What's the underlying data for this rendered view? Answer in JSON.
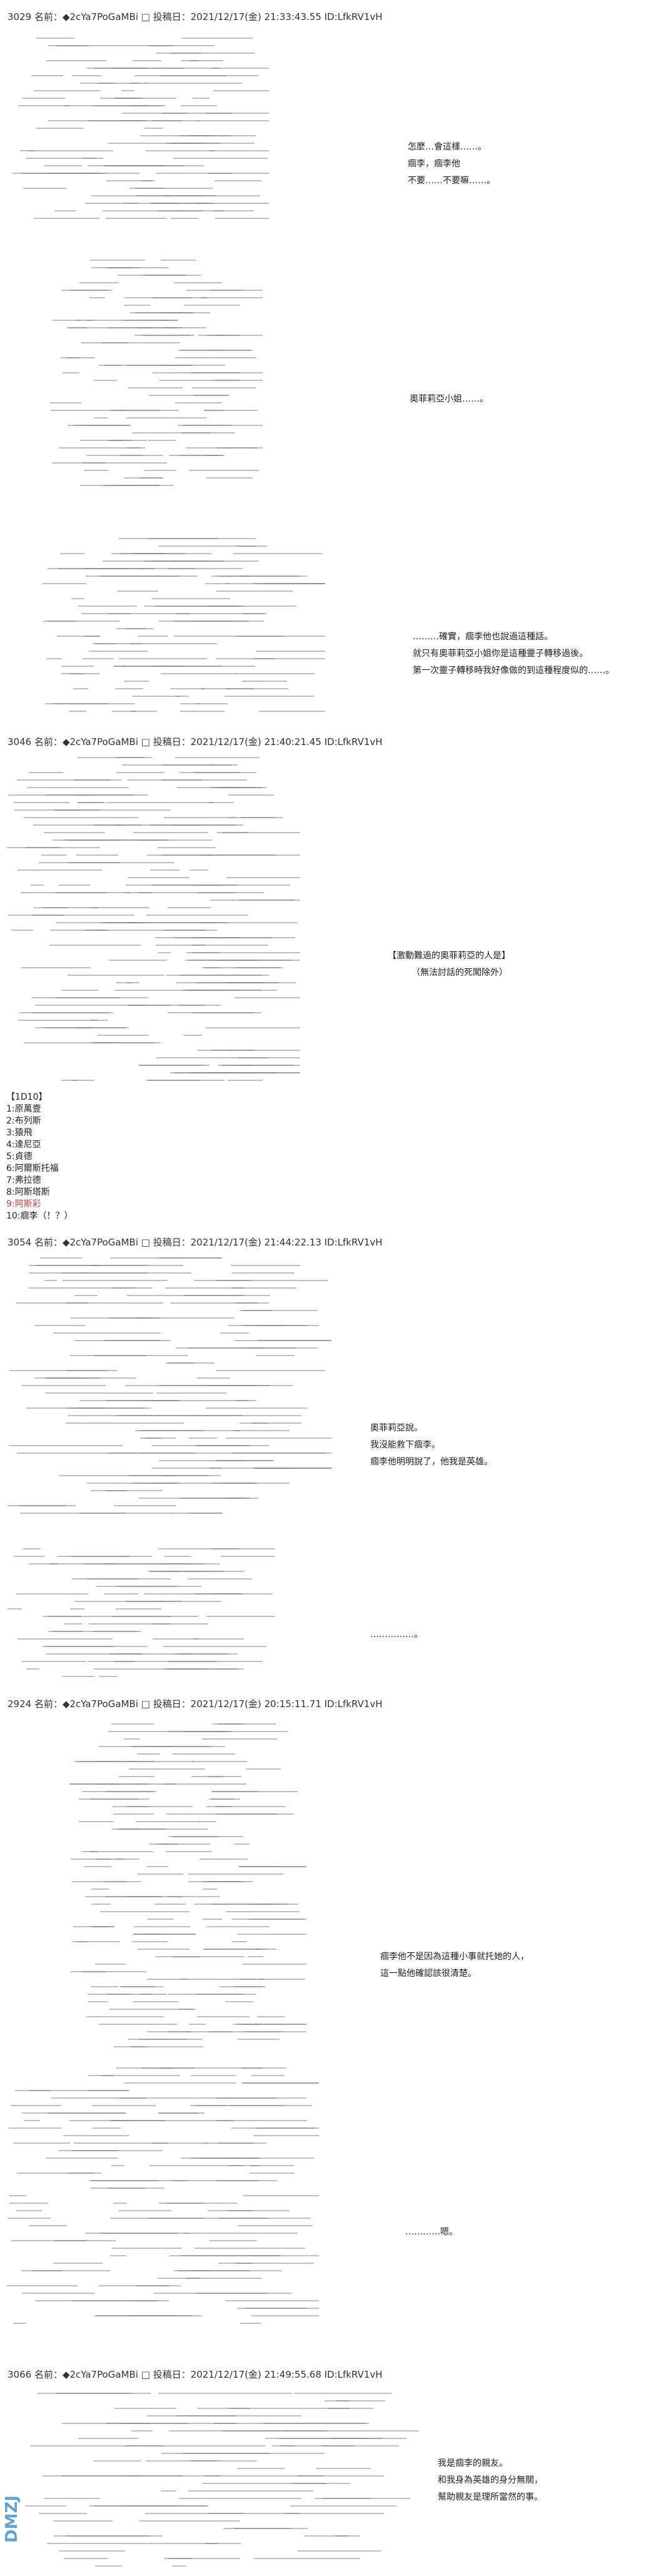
{
  "headers": [
    "3029 名前：◆2cYa7PoGaMBi □ 投稿日：2021/12/17(金) 21:33:43.55 ID:LfkRV1vH",
    "3046 名前：◆2cYa7PoGaMBi □ 投稿日：2021/12/17(金) 21:40:21.45 ID:LfkRV1vH",
    "3054 名前：◆2cYa7PoGaMBi □ 投稿日：2021/12/17(金) 21:44:22.13 ID:LfkRV1vH",
    "2924 名前：◆2cYa7PoGaMBi □ 投稿日：2021/12/17(金) 20:15:11.71 ID:LfkRV1vH",
    "3066 名前：◆2cYa7PoGaMBi □ 投稿日：2021/12/17(金) 21:49:55.68 ID:LfkRV1vH"
  ],
  "dialogs": {
    "d1": [
      "怎麼…會這樣……。",
      "痼李，痼李他",
      "不要……不要嘛……。"
    ],
    "d2": [
      "奧菲莉亞小姐……。"
    ],
    "d3": [
      "………確實，痼李他也說過這種話。",
      "就只有奧菲莉亞小姐你是這種靈子轉移過後。",
      "第一次靈子轉移時我好像做的到這種程度似的……。"
    ],
    "d4": [
      "【激動難過的奧菲莉亞的人是】",
      "（無法討話的死闖除外）"
    ],
    "d5": [
      "奧菲莉亞說。",
      "我沒能救下痼李。",
      "痼李他明明說了，他我是英雄。"
    ],
    "d6": [
      "……………。"
    ],
    "d7": [
      "痼李他不是因為這種小事就托她的人，",
      "這一點他確認該很清楚。"
    ],
    "d8": [
      "…………嗯。"
    ],
    "d9": [
      "我是痼李的親友。",
      "和我身為英雄的身分無關，",
      "幫助親友是理所當然的事。"
    ]
  },
  "list": {
    "title": "【1D10】",
    "items": [
      "1:原萬壹",
      "2:布列斯",
      "3:猿飛",
      "4:達尼亞",
      "5:貞德",
      "6:阿爾斯托福",
      "7:弗拉德",
      "8:阿斯塔斯"
    ],
    "red_item": "9:阿斯彩",
    "last_item": "10:痼李（！？）"
  },
  "watermark": "DMZJ"
}
